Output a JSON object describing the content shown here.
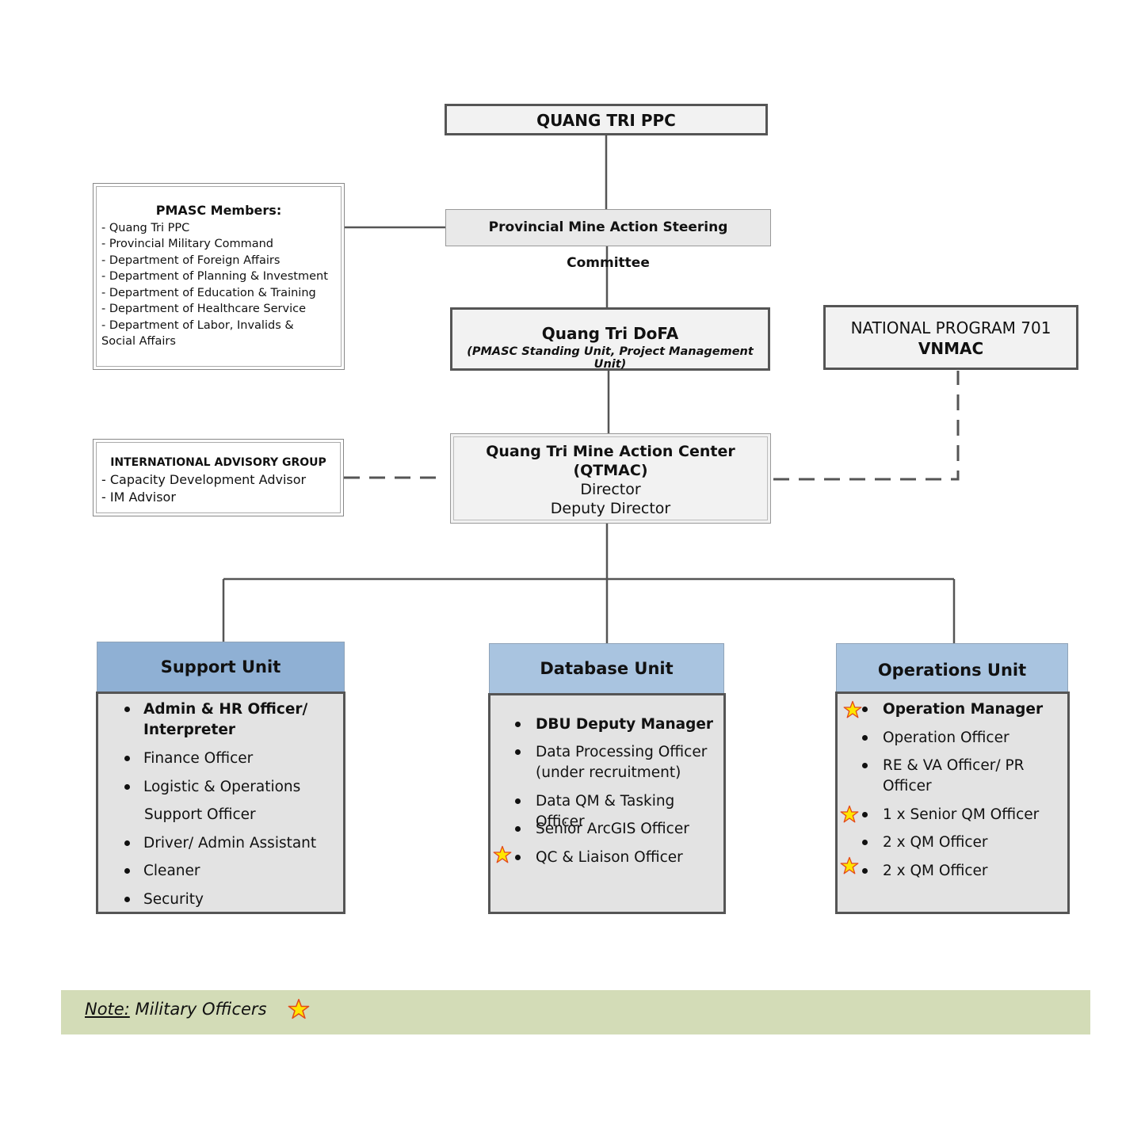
{
  "ppc": {
    "title": "QUANG TRI PPC"
  },
  "steering": {
    "title": "Provincial Mine Action Steering Committee"
  },
  "pmasc_members": {
    "title": "PMASC Members:",
    "items": [
      "- Quang Tri PPC",
      "- Provincial Military Command",
      "- Department of Foreign Affairs",
      "- Department of Planning & Investment",
      "- Department of Education & Training",
      "- Department of Healthcare Service",
      "- Department of Labor, Invalids &",
      "Social Affairs"
    ]
  },
  "dofa": {
    "title": "Quang Tri DoFA",
    "subtitle": "(PMASC Standing Unit, Project Management Unit)"
  },
  "vnmac": {
    "line1": "NATIONAL PROGRAM 701",
    "line2": "VNMAC"
  },
  "advisory": {
    "title": "INTERNATIONAL ADVISORY GROUP",
    "items": [
      "- Capacity Development Advisor",
      "- IM Advisor"
    ]
  },
  "qtmac": {
    "line1": "Quang Tri Mine Action Center",
    "line2": "(QTMAC)",
    "line3": "Director",
    "line4": "Deputy Director"
  },
  "support_unit": {
    "title": "Support Unit",
    "items": [
      "Admin & HR Officer/",
      "Interpreter",
      "Finance Officer",
      "Logistic & Operations",
      "Support Officer",
      "Driver/ Admin Assistant",
      "Cleaner",
      "Security"
    ]
  },
  "database_unit": {
    "title": "Database Unit",
    "items": [
      "DBU Deputy Manager",
      "Data Processing Officer",
      "(under recruitment)",
      "Data QM & Tasking Officer",
      "Senior ArcGIS Officer",
      "QC & Liaison Officer"
    ]
  },
  "operations_unit": {
    "title": "Operations Unit",
    "items": [
      "Operation Manager",
      "Operation Officer",
      "RE & VA Officer/ PR",
      "Officer",
      "1 x Senior QM Officer",
      "2 x QM Officer",
      "2 x QM Officer"
    ]
  },
  "note": {
    "label": "Note:",
    "text": "Military Officers"
  },
  "colors": {
    "support_header": "#8fb0d4",
    "unit_header": "#a9c4e0",
    "unit_body": "#e3e3e3",
    "note_background": "#d3dcb7",
    "star_fill": "#ffe600",
    "star_stroke": "#e34a1b"
  },
  "icons": {
    "military_marker": "star-icon"
  }
}
